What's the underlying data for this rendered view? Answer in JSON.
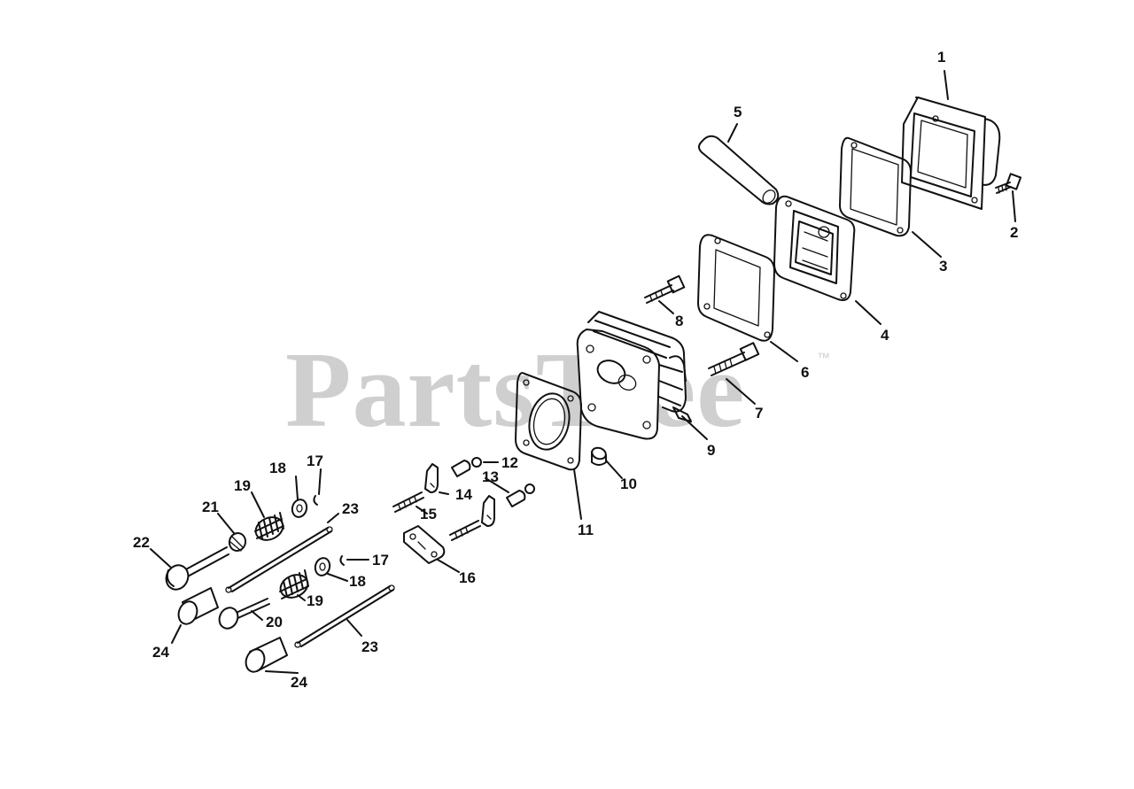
{
  "watermark": {
    "text": "PartsTree",
    "trademark": "™"
  },
  "callouts": [
    {
      "id": "c1",
      "text": "1"
    },
    {
      "id": "c2",
      "text": "2"
    },
    {
      "id": "c3",
      "text": "3"
    },
    {
      "id": "c4",
      "text": "4"
    },
    {
      "id": "c5",
      "text": "5"
    },
    {
      "id": "c6",
      "text": "6"
    },
    {
      "id": "c7",
      "text": "7"
    },
    {
      "id": "c8",
      "text": "8"
    },
    {
      "id": "c9",
      "text": "9"
    },
    {
      "id": "c10",
      "text": "10"
    },
    {
      "id": "c11",
      "text": "11"
    },
    {
      "id": "c12",
      "text": "12"
    },
    {
      "id": "c13",
      "text": "13"
    },
    {
      "id": "c14",
      "text": "14"
    },
    {
      "id": "c15",
      "text": "15"
    },
    {
      "id": "c16",
      "text": "16"
    },
    {
      "id": "c17a",
      "text": "17"
    },
    {
      "id": "c17b",
      "text": "17"
    },
    {
      "id": "c18a",
      "text": "18"
    },
    {
      "id": "c18b",
      "text": "18"
    },
    {
      "id": "c19a",
      "text": "19"
    },
    {
      "id": "c19b",
      "text": "19"
    },
    {
      "id": "c20",
      "text": "20"
    },
    {
      "id": "c21",
      "text": "21"
    },
    {
      "id": "c22",
      "text": "22"
    },
    {
      "id": "c23a",
      "text": "23"
    },
    {
      "id": "c23b",
      "text": "23"
    },
    {
      "id": "c24a",
      "text": "24"
    },
    {
      "id": "c24b",
      "text": "24"
    }
  ]
}
